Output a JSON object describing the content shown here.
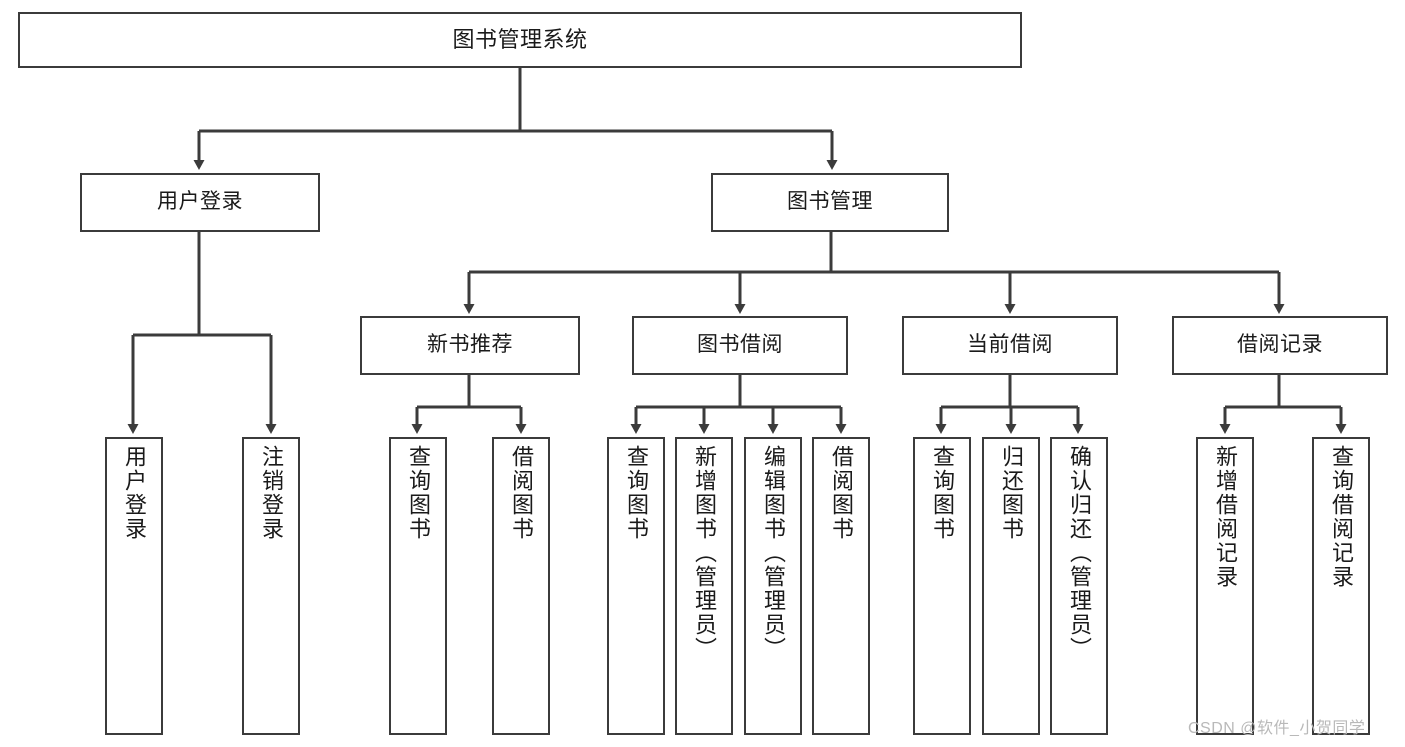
{
  "diagram": {
    "title": "图书管理系统",
    "type": "hierarchy-tree",
    "root": {
      "label": "图书管理系统"
    },
    "level2": [
      {
        "label": "用户登录"
      },
      {
        "label": "图书管理"
      }
    ],
    "level3": [
      {
        "label": "新书推荐"
      },
      {
        "label": "图书借阅"
      },
      {
        "label": "当前借阅"
      },
      {
        "label": "借阅记录"
      }
    ],
    "leaves": [
      {
        "label": "用户登录",
        "parent": "用户登录"
      },
      {
        "label": "注销登录",
        "parent": "用户登录"
      },
      {
        "label": "查询图书",
        "parent": "新书推荐"
      },
      {
        "label": "借阅图书",
        "parent": "新书推荐"
      },
      {
        "label": "查询图书",
        "parent": "图书借阅"
      },
      {
        "label": "新增图书（管理员）",
        "parent": "图书借阅"
      },
      {
        "label": "编辑图书（管理员）",
        "parent": "图书借阅"
      },
      {
        "label": "借阅图书",
        "parent": "图书借阅"
      },
      {
        "label": "查询图书",
        "parent": "当前借阅"
      },
      {
        "label": "归还图书",
        "parent": "当前借阅"
      },
      {
        "label": "确认归还（管理员）",
        "parent": "当前借阅"
      },
      {
        "label": "新增借阅记录",
        "parent": "借阅记录"
      },
      {
        "label": "查询借阅记录",
        "parent": "借阅记录"
      }
    ]
  },
  "watermark": {
    "text": "CSDN @软件_小贺同学"
  },
  "colors": {
    "stroke": "#3b3b3b",
    "text": "#1a1a1a",
    "background": "#ffffff",
    "watermark": "#b9b9b9"
  }
}
